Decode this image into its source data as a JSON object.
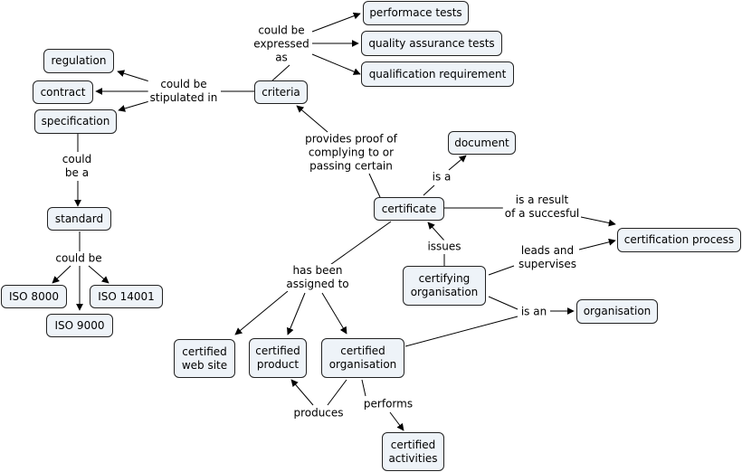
{
  "nodes": {
    "performance_tests": "performace tests",
    "qa_tests": "quality assurance tests",
    "qualification_req": "qualification requirement",
    "regulation": "regulation",
    "contract": "contract",
    "specification": "specification",
    "criteria": "criteria",
    "document": "document",
    "certificate": "certificate",
    "certification_process": "certification process",
    "standard": "standard",
    "certifying_org": "certifying\norganisation",
    "organisation": "organisation",
    "iso8000": "ISO 8000",
    "iso14001": "ISO 14001",
    "iso9000": "ISO 9000",
    "certified_web_site": "certified\nweb site",
    "certified_product": "certified\nproduct",
    "certified_org": "certified\norganisation",
    "certified_activities": "certified\nactivities"
  },
  "links": {
    "could_be_expressed_as": "could be\nexpressed\nas",
    "could_be_stipulated_in": "could be\nstipulated in",
    "could_be_a": "could\nbe a",
    "provides_proof": "provides proof of\ncomplying to or\npassing certain",
    "is_a": "is a",
    "is_a_result": "is a result\nof a succesful",
    "issues": "issues",
    "leads_and_supervises": "leads and\nsupervises",
    "could_be": "could be",
    "has_been_assigned_to": "has been\nassigned to",
    "is_an": "is an",
    "produces": "produces",
    "performs": "performs"
  }
}
